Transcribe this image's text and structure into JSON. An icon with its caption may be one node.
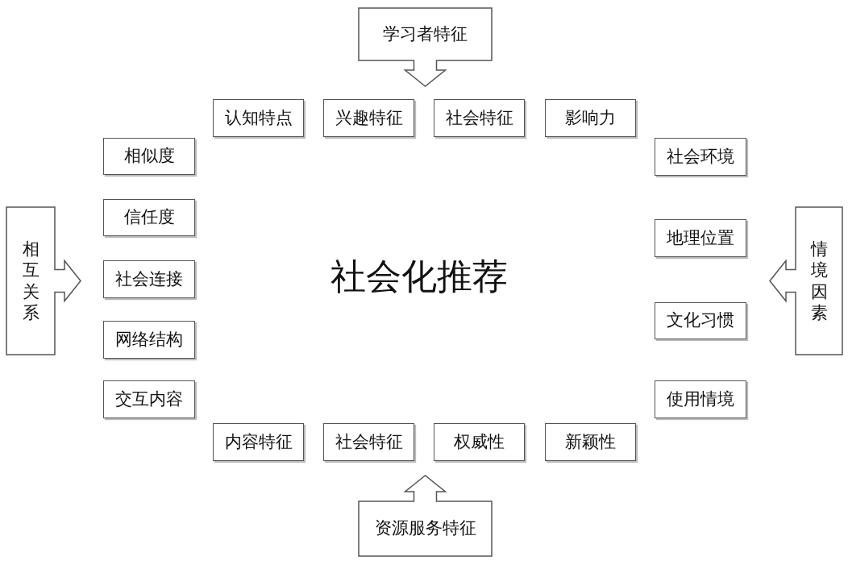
{
  "diagram": {
    "nodes": [
      {
        "text": [
          "学习者特征"
        ]
      },
      {
        "text": [
          "认知特点"
        ]
      },
      {
        "text": [
          "兴趣特征"
        ]
      },
      {
        "text": [
          "社会特征"
        ]
      },
      {
        "text": [
          "影响力"
        ]
      },
      {
        "text": [
          "相似度"
        ]
      },
      {
        "text": [
          "信任度"
        ]
      },
      {
        "text": [
          "社会连接"
        ]
      },
      {
        "text": [
          "网络结构"
        ]
      },
      {
        "text": [
          "交互内容"
        ]
      },
      {
        "text": [
          "相互关系"
        ]
      },
      {
        "text": [
          "社会环境"
        ]
      },
      {
        "text": [
          "地理位置"
        ]
      },
      {
        "text": [
          "文化习惯"
        ]
      },
      {
        "text": [
          "使用情境"
        ]
      },
      {
        "text": [
          "情境因素"
        ]
      },
      {
        "text": [
          "内容特征"
        ]
      },
      {
        "text": [
          "社会特征"
        ]
      },
      {
        "text": [
          "权威性"
        ]
      },
      {
        "text": [
          "新颖性"
        ]
      },
      {
        "text": [
          "资源服务特征"
        ]
      }
    ],
    "labels": [
      "社会化推荐"
    ]
  }
}
